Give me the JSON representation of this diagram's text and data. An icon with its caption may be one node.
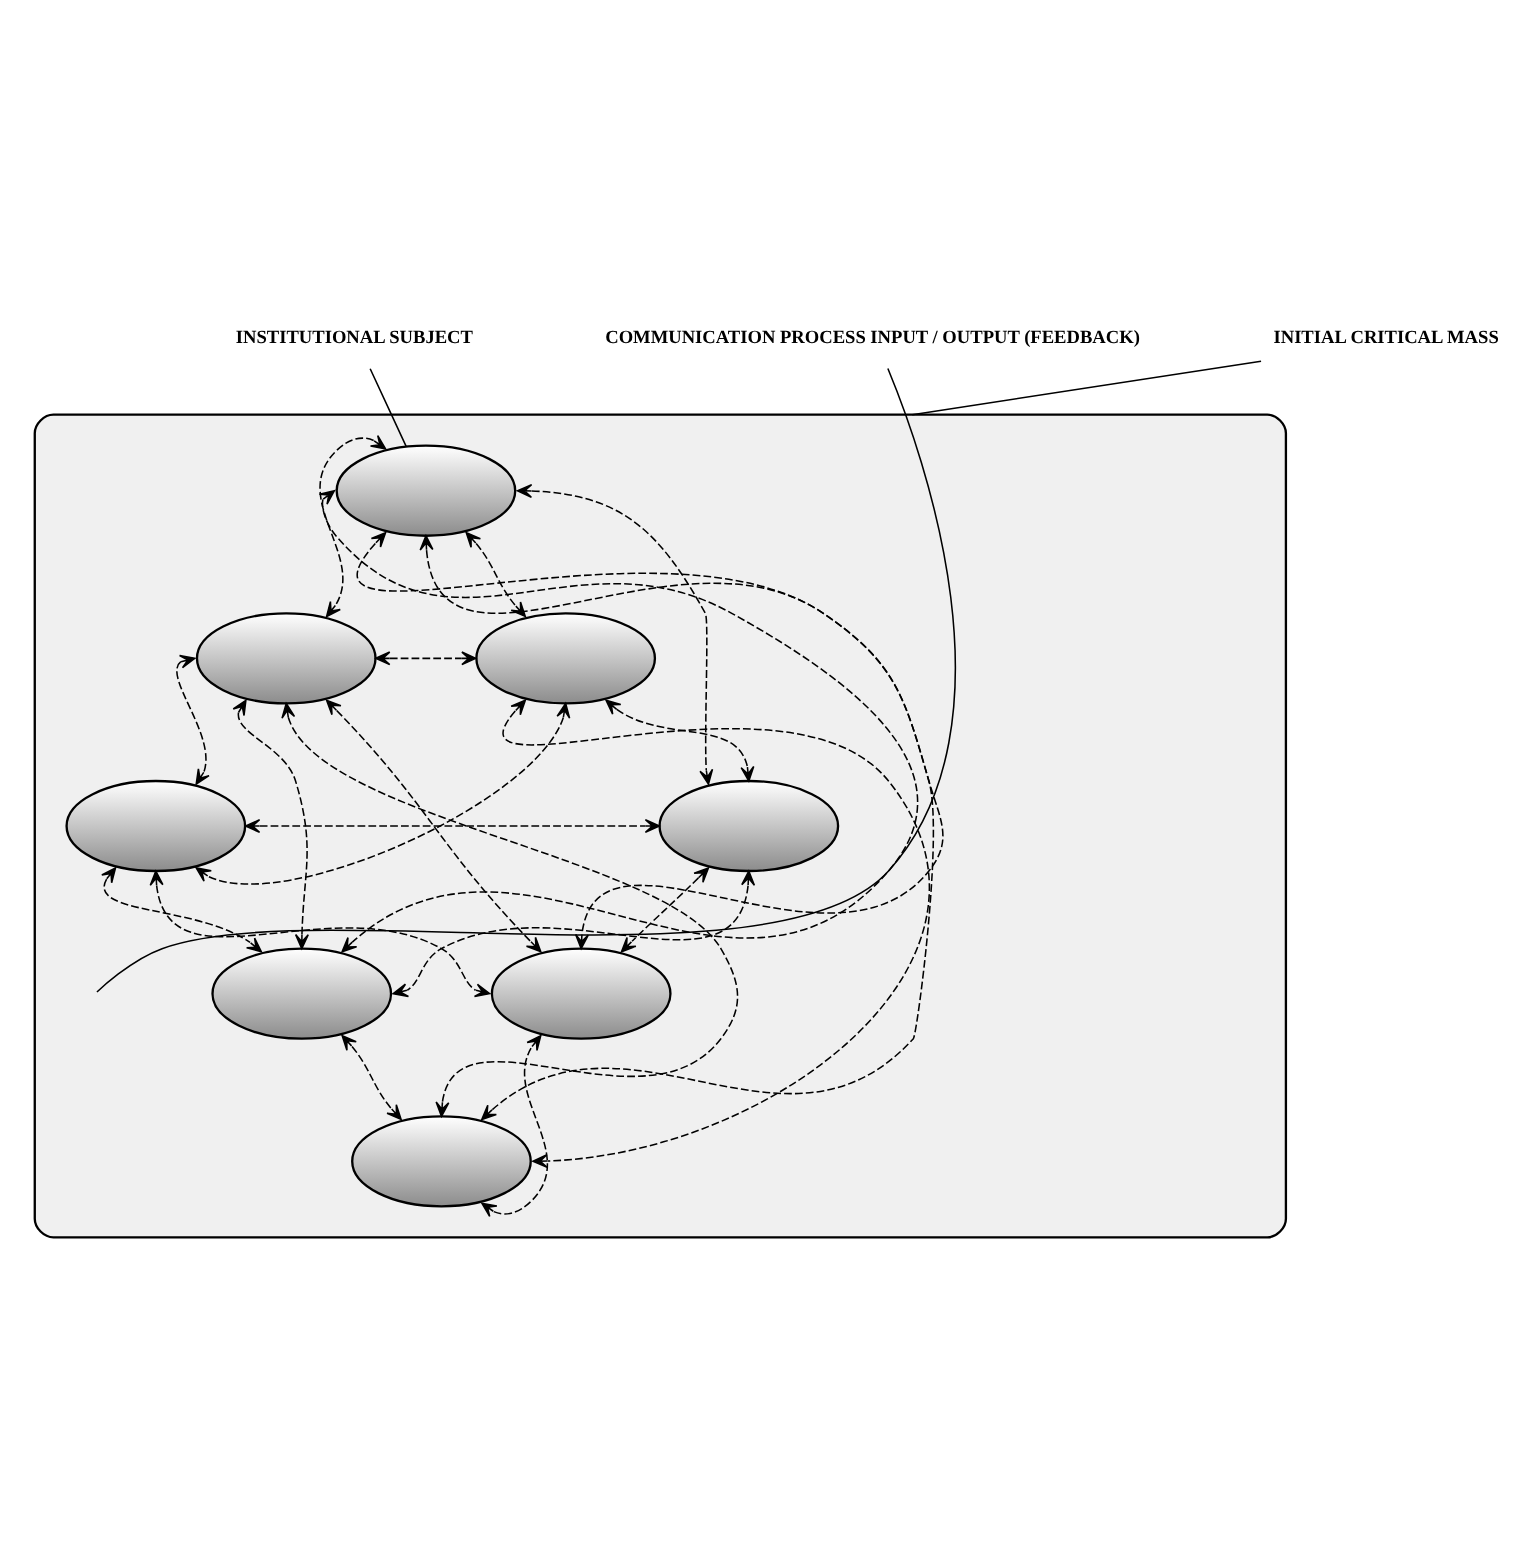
{
  "diagram": {
    "nodes": [
      {
        "text": [
          "INSTITUTIONAL SUBJECT"
        ]
      },
      {
        "text": [
          "INITIAL CRITICAL MASS"
        ]
      },
      {
        "text": [],
        "shape": "ellipse"
      },
      {
        "text": [],
        "shape": "ellipse",
        "in": 2
      },
      {
        "text": [],
        "shape": "ellipse",
        "in": 2
      },
      {
        "text": [],
        "shape": "ellipse",
        "in": 2
      },
      {
        "text": [],
        "shape": "ellipse",
        "in": 2
      },
      {
        "text": [],
        "shape": "ellipse",
        "in": 2
      },
      {
        "text": [],
        "shape": "ellipse",
        "in": 2
      },
      {
        "text": [],
        "shape": "ellipse",
        "in": 2
      },
      {
        "text": [],
        "shape": "ellipse",
        "in": 2
      },
      {
        "text": [
          "COMMUNICATION PROCESS INPUT / OUTPUT (FEEDBACK)"
        ]
      }
    ],
    "edges": [
      {
        "from": 0,
        "to": 3,
        "arrow": "none"
      },
      {
        "from": 1,
        "to": 2,
        "arrow": "none"
      },
      {
        "from": 11,
        "to": null,
        "arrow": "none"
      },
      {
        "from": 3,
        "to": 4,
        "arrow": "both",
        "style": "dashed"
      },
      {
        "from": 3,
        "to": 5,
        "arrow": "both",
        "style": "dashed"
      },
      {
        "from": 4,
        "to": 6,
        "arrow": "both",
        "style": "dashed"
      },
      {
        "from": 5,
        "to": 7,
        "arrow": "both",
        "style": "dashed"
      },
      {
        "from": 6,
        "to": 8,
        "arrow": "both",
        "style": "dashed"
      },
      {
        "from": 7,
        "to": 10,
        "arrow": "both",
        "style": "dashed"
      },
      {
        "from": 8,
        "to": 9,
        "arrow": "both",
        "style": "dashed"
      },
      {
        "from": 9,
        "to": 10,
        "arrow": "both",
        "style": "dashed"
      },
      {
        "from": 3,
        "to": 9,
        "arrow": "both",
        "style": "dashed"
      },
      {
        "from": 3,
        "to": 8,
        "arrow": "both",
        "style": "dashed"
      },
      {
        "from": 3,
        "to": 10,
        "arrow": "both",
        "style": "dashed"
      },
      {
        "from": 3,
        "to": 7,
        "arrow": "both",
        "style": "dashed"
      },
      {
        "from": 4,
        "to": 5,
        "arrow": "both",
        "style": "dashed"
      },
      {
        "from": 4,
        "to": 8,
        "arrow": "both",
        "style": "dashed"
      },
      {
        "from": 4,
        "to": 9,
        "arrow": "both",
        "style": "dashed"
      },
      {
        "from": 4,
        "to": 10,
        "arrow": "both",
        "style": "dashed"
      },
      {
        "from": 5,
        "to": 6,
        "arrow": "both",
        "style": "dashed"
      },
      {
        "from": 5,
        "to": 9,
        "arrow": "both",
        "style": "dashed"
      },
      {
        "from": 6,
        "to": 7,
        "arrow": "both",
        "style": "dashed"
      },
      {
        "from": 6,
        "to": 10,
        "arrow": "both",
        "style": "dashed"
      },
      {
        "from": 7,
        "to": 8,
        "arrow": "both",
        "style": "dashed"
      }
    ]
  }
}
